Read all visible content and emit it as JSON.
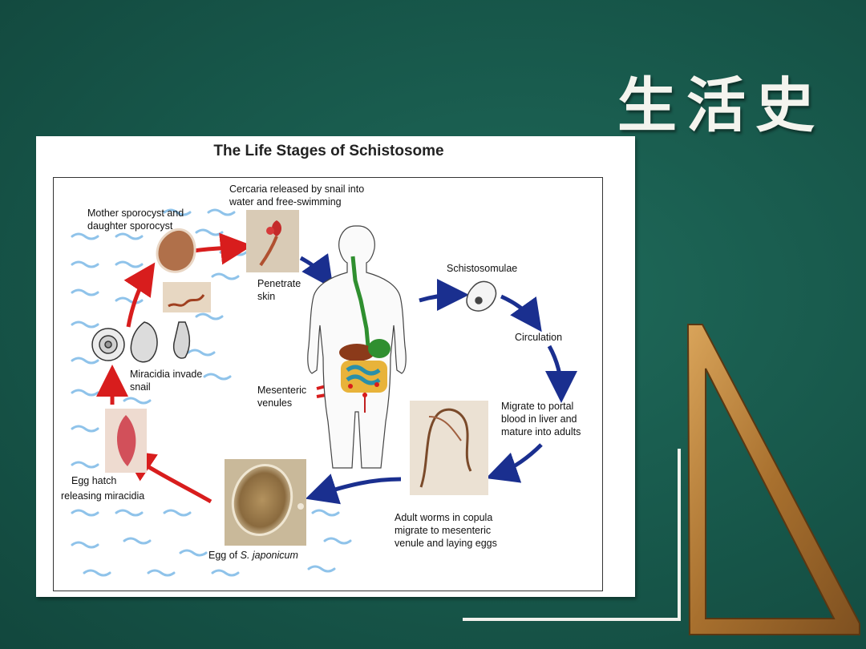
{
  "slide": {
    "title": "生活史"
  },
  "figure": {
    "title": "The Life Stages of Schistosome",
    "labels": {
      "cercaria_1": "Cercaria released by snail into",
      "cercaria_2": "water and free-swimming",
      "mother_1": "Mother sporocyst and",
      "mother_2": "daughter sporocyst",
      "penetrate_1": "Penetrate",
      "penetrate_2": "skin",
      "schistosomulae": "Schistosomulae",
      "circulation": "Circulation",
      "miracidia_1": "Miracidia invade",
      "miracidia_2": "snail",
      "mesenteric_1": "Mesenteric",
      "mesenteric_2": "venules",
      "migrate_1": "Migrate to portal",
      "migrate_2": "blood in liver and",
      "migrate_3": "mature into adults",
      "egg_hatch_1": "Egg hatch",
      "egg_hatch_2": "releasing miracidia",
      "adult_1": "Adult worms in copula",
      "adult_2": "migrate to mesenteric",
      "adult_3": "venule and laying eggs",
      "egg_prefix": "Egg of ",
      "egg_species": "S. japonicum"
    }
  },
  "colors": {
    "background": "#17574a",
    "red_arrow": "#d81d1d",
    "blue_arrow": "#1a2f8f",
    "water": "#8fc3ea",
    "wood": "#b07a35"
  }
}
